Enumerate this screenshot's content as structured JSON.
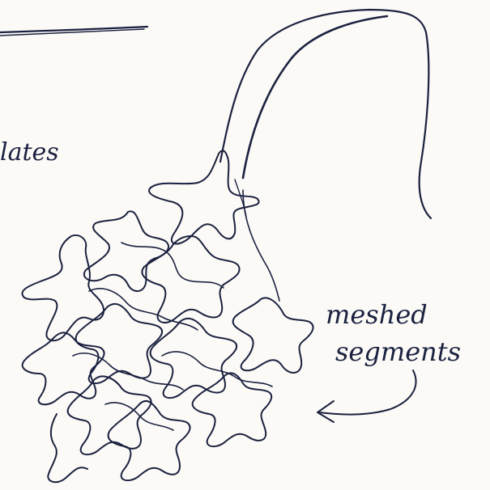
{
  "labels": {
    "top_fragment": "lates",
    "meshed_line1": "meshed",
    "meshed_line2": "segments"
  },
  "colors": {
    "paper": "#fbfaf6",
    "ink": "#1b2140"
  }
}
